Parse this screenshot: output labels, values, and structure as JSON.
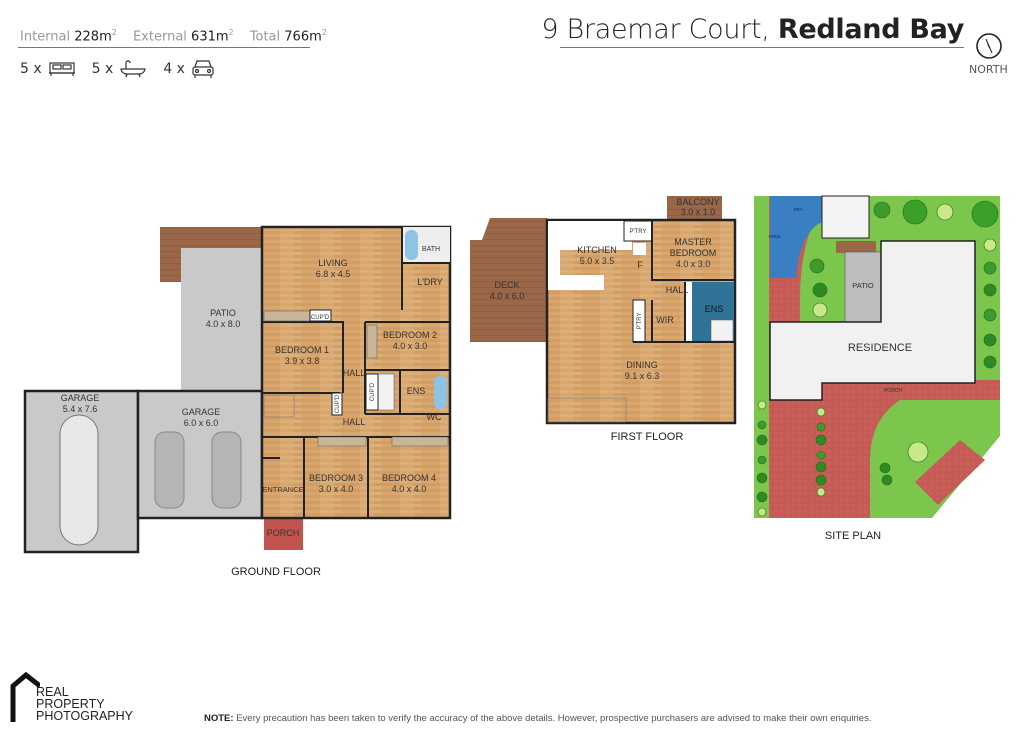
{
  "header": {
    "stats": [
      {
        "label": "Internal",
        "value": "228m",
        "unit_sup": "2"
      },
      {
        "label": "External",
        "value": "631m",
        "unit_sup": "2"
      },
      {
        "label": "Total",
        "value": "766m",
        "unit_sup": "2"
      }
    ],
    "counts": [
      {
        "text": "5 x",
        "icon": "bed-icon"
      },
      {
        "text": "5 x",
        "icon": "bathtub-icon"
      },
      {
        "text": "4 x",
        "icon": "car-icon"
      }
    ],
    "address_street": "9 Braemar Court,",
    "address_suburb": "Redland Bay",
    "north_label": "NORTH"
  },
  "ground_floor": {
    "caption": "GROUND FLOOR",
    "rooms": {
      "living": {
        "name": "LIVING",
        "size": "6.8 x 4.5"
      },
      "bath": {
        "name": "BATH"
      },
      "laundry": {
        "name": "L'DRY"
      },
      "cupd1": {
        "name": "CUP'D"
      },
      "cupd2": {
        "name": "CUP'D"
      },
      "cupd3": {
        "name": "CUP'D"
      },
      "bedroom1": {
        "name": "BEDROOM 1",
        "size": "3.9 x 3.8"
      },
      "bedroom2": {
        "name": "BEDROOM 2",
        "size": "4.0 x 3.0"
      },
      "hall1": {
        "name": "HALL"
      },
      "hall2": {
        "name": "HALL"
      },
      "ens": {
        "name": "ENS"
      },
      "wc": {
        "name": "WC"
      },
      "entrance": {
        "name": "ENTRANCE"
      },
      "bedroom3": {
        "name": "BEDROOM 3",
        "size": "3.0 x 4.0"
      },
      "bedroom4": {
        "name": "BEDROOM 4",
        "size": "4.0 x 4.0"
      },
      "patio": {
        "name": "PATIO",
        "size": "4.0 x 8.0"
      },
      "garage1": {
        "name": "GARAGE",
        "size": "5.4 x 7.6"
      },
      "garage2": {
        "name": "GARAGE",
        "size": "6.0 x 6.0"
      },
      "porch": {
        "name": "PORCH"
      }
    }
  },
  "first_floor": {
    "caption": "FIRST FLOOR",
    "rooms": {
      "balcony": {
        "name": "BALCONY",
        "size": "3.0 x 1.0"
      },
      "kitchen": {
        "name": "KITCHEN",
        "size": "5.0 x 3.5"
      },
      "pantry1": {
        "name": "P'TRY"
      },
      "fridge": {
        "name": "F"
      },
      "master": {
        "name": "MASTER",
        "name2": "BEDROOM",
        "size": "4.0 x 3.0"
      },
      "hall": {
        "name": "HALL"
      },
      "ens": {
        "name": "ENS"
      },
      "pantry2": {
        "name": "P'TRY"
      },
      "wir": {
        "name": "WIR"
      },
      "dining": {
        "name": "DINING",
        "size": "9.1 x 6.3"
      },
      "deck": {
        "name": "DECK",
        "size": "4.0 x 6.0"
      }
    }
  },
  "site_plan": {
    "caption": "SITE PLAN",
    "labels": {
      "spa": "SPA",
      "pool": "POOL",
      "patio": "PATIO",
      "residence": "RESIDENCE",
      "porch": "PORCH"
    }
  },
  "footer": {
    "logo_lines": [
      "REAL",
      "PROPERTY",
      "PHOTOGRAPHY"
    ],
    "note_label": "NOTE:",
    "note_text": "Every precaution has been taken to verify the accuracy of the above details. However, prospective purchasers are advised to make their own enquiries."
  },
  "colors": {
    "wood": "#d9a66e",
    "deck": "#9a6748",
    "concrete": "#c9c9c9",
    "porch_brick": "#c2544f",
    "lawn": "#7cc64e",
    "pool": "#3a7fc2",
    "tile": "#2f7396",
    "wall": "#222222"
  }
}
